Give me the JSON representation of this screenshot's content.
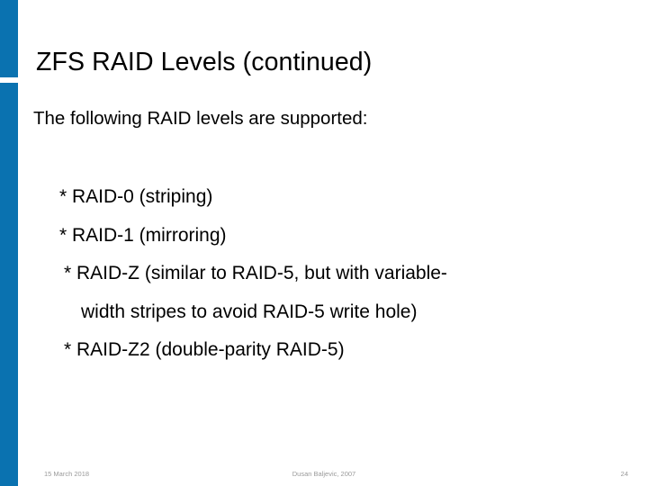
{
  "slide": {
    "title": "ZFS RAID Levels (continued)",
    "intro": "The following RAID levels are supported:",
    "bullets": [
      "* RAID-0 (striping)",
      "* RAID-1 (mirroring)",
      "* RAID-Z (similar to RAID-5, but with variable-",
      "width stripes to avoid RAID-5 write hole)",
      "* RAID-Z2 (double-parity RAID-5)"
    ]
  },
  "footer": {
    "date": "15 March 2018",
    "author": "Dusan Baljevic, 2007",
    "page_number": "24"
  },
  "colors": {
    "accent_blue": "#0a72b0",
    "body_text": "#000000",
    "footer_text": "#9a9a9a",
    "background": "#ffffff"
  }
}
